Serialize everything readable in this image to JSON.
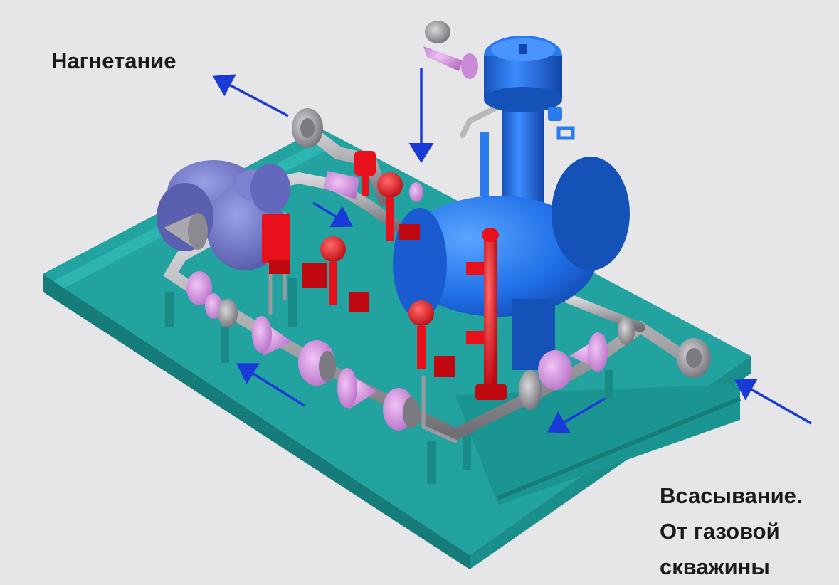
{
  "labels": {
    "discharge": "Нагнетание",
    "suction_line1": "Всасывание.",
    "suction_line2": "От газовой",
    "suction_line3": "скважины"
  },
  "colors": {
    "background": "#e6e6e8",
    "skid": "#22a3a0",
    "skid_dark": "#157c7a",
    "vessel": "#1f6fe8",
    "vessel_dark": "#1552b8",
    "valves": "#e8101a",
    "pipes": "#a9a9ad",
    "fittings": "#d48ae0",
    "motor": "#6c72c8",
    "arrows": "#1a3ad8"
  },
  "icons": [
    "flow-arrow-icon"
  ]
}
